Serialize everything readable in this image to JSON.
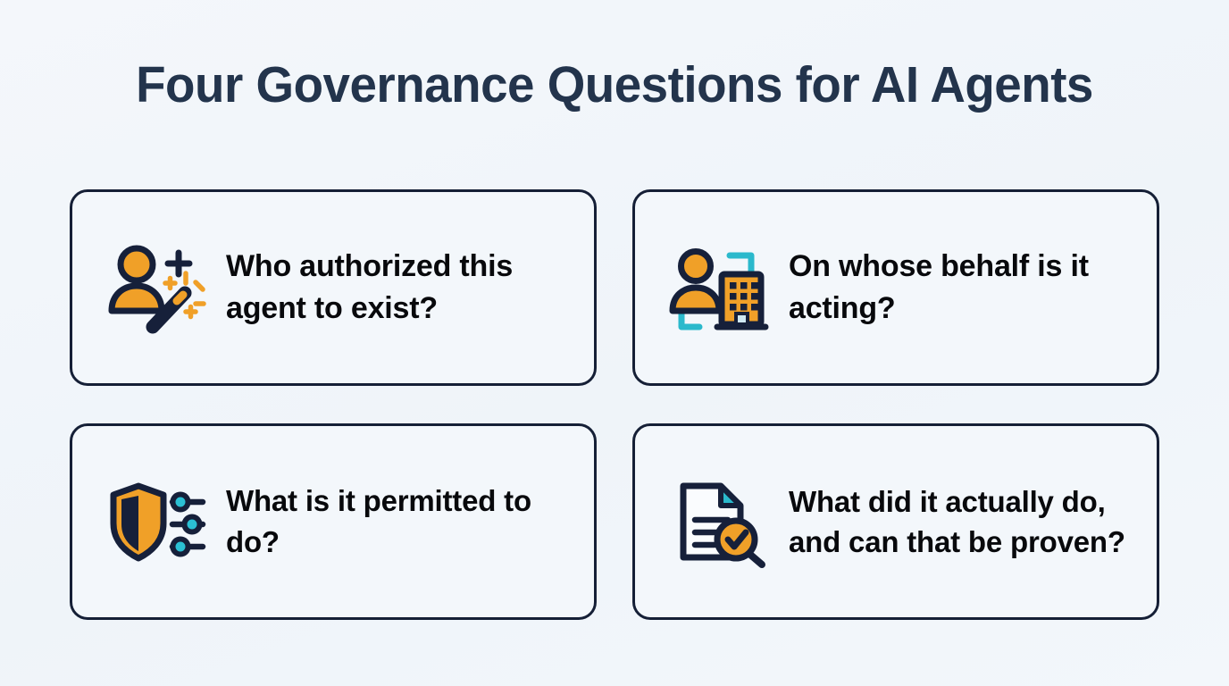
{
  "slide": {
    "title": "Four Governance Questions for AI Agents",
    "background_color": "#f2f6fa",
    "accent_orange": "#f0a028",
    "accent_navy": "#16203a",
    "accent_teal": "#2bb9cc",
    "title_color": "#23344c"
  },
  "cards": [
    {
      "id": "card-authorization",
      "icon": "user-plus-magic-wand-icon",
      "text": "Who authorized this agent to exist?"
    },
    {
      "id": "card-behalf",
      "icon": "user-organization-building-icon",
      "text": "On whose behalf is it acting?"
    },
    {
      "id": "card-permissions",
      "icon": "shield-sliders-icon",
      "text": "What is it permitted to do?"
    },
    {
      "id": "card-audit",
      "icon": "document-magnifier-check-icon",
      "text": "What did it actually do, and can that be proven?"
    }
  ]
}
